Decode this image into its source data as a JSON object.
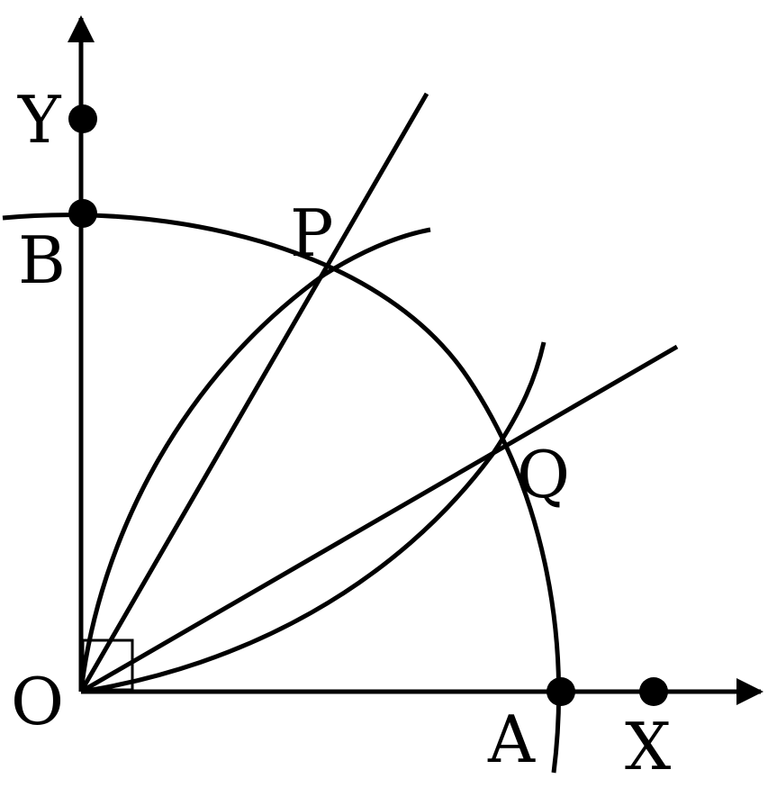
{
  "diagram": {
    "labels": {
      "origin": "O",
      "x_axis": "X",
      "y_axis": "Y",
      "point_a": "A",
      "point_b": "B",
      "point_p": "P",
      "point_q": "Q"
    },
    "right_angle_at": "O",
    "colors": {
      "stroke": "#000000",
      "background": "#ffffff"
    }
  }
}
